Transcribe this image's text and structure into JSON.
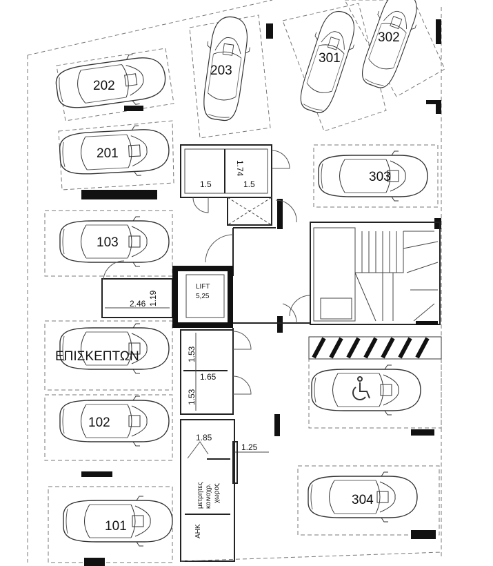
{
  "parking_spots": {
    "p202": "202",
    "p203": "203",
    "p301": "301",
    "p302": "302",
    "p201": "201",
    "p303": "303",
    "p103": "103",
    "visitors": "ΕΠΙΣΚΕΠΤΩΝ",
    "p102": "102",
    "p304": "304",
    "p101": "101"
  },
  "dimensions": {
    "room_top_w1": "1.5",
    "room_top_w2": "1.5",
    "room_top_h": "1.74",
    "side_room_w": "2.46",
    "side_room_h": "1.19",
    "wc1_h": "1.53",
    "wc2_h": "1.53",
    "wc_w": "1.65",
    "meter_room_w": "1.85",
    "corridor_w": "1.25"
  },
  "rooms": {
    "lift_label": "LIFT",
    "lift_area": "5,25",
    "meter_room": [
      "μετρητες",
      "κοινοχρ.",
      "χωρος"
    ],
    "ahk": "ΑΗΚ"
  },
  "icons": {
    "disabled_parking": "wheelchair-icon"
  }
}
